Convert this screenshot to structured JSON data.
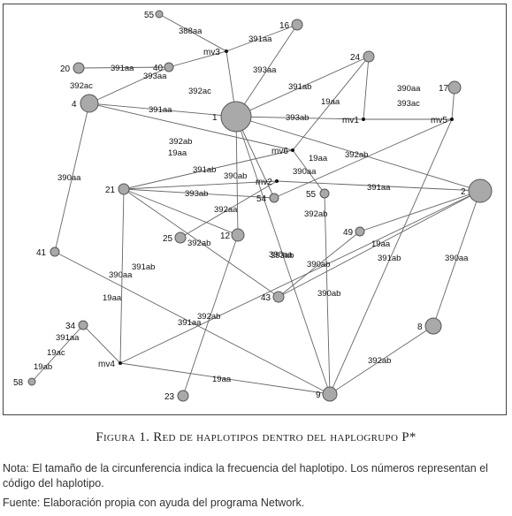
{
  "nodes": [
    {
      "id": "55top",
      "label": "55"
    },
    {
      "id": "16",
      "label": "16"
    },
    {
      "id": "mv3",
      "label": "mv3"
    },
    {
      "id": "20",
      "label": "20"
    },
    {
      "id": "40",
      "label": "40"
    },
    {
      "id": "24",
      "label": "24"
    },
    {
      "id": "17",
      "label": "17"
    },
    {
      "id": "4",
      "label": "4"
    },
    {
      "id": "1",
      "label": "1"
    },
    {
      "id": "mv1",
      "label": "mv1"
    },
    {
      "id": "mv5",
      "label": "mv5"
    },
    {
      "id": "mv6",
      "label": "mv6"
    },
    {
      "id": "mv2",
      "label": "mv2"
    },
    {
      "id": "21",
      "label": "21"
    },
    {
      "id": "54",
      "label": "54"
    },
    {
      "id": "55",
      "label": "55"
    },
    {
      "id": "2",
      "label": "2"
    },
    {
      "id": "25",
      "label": "25"
    },
    {
      "id": "12",
      "label": "12"
    },
    {
      "id": "49",
      "label": "49"
    },
    {
      "id": "41",
      "label": "41"
    },
    {
      "id": "43",
      "label": "43"
    },
    {
      "id": "34",
      "label": "34"
    },
    {
      "id": "8",
      "label": "8"
    },
    {
      "id": "mv4",
      "label": "mv4"
    },
    {
      "id": "58",
      "label": "58"
    },
    {
      "id": "23",
      "label": "23"
    },
    {
      "id": "9",
      "label": "9"
    }
  ],
  "edge_labels": [
    "388aa",
    "391aa",
    "393aa",
    "391aa",
    "392ac",
    "393aa",
    "392ac",
    "391ab",
    "391aa",
    "19aa",
    "393ab",
    "390aa",
    "393ac",
    "392ab",
    "19aa",
    "392ab",
    "19aa",
    "391ab",
    "390ab",
    "390aa",
    "393ab",
    "391aa",
    "392aa",
    "390aa",
    "392ab",
    "392ab",
    "19aa",
    "391ab",
    "390aa",
    "393ab",
    "390ab",
    "391ab",
    "390aa",
    "390ab",
    "19aa",
    "392ab",
    "391aa",
    "19aa",
    "391aa",
    "19ac",
    "19ab",
    "392ab",
    "390aa"
  ],
  "caption": {
    "prefix": "Figura 1. Red de haplotipos dentro del haplogrupo P*"
  },
  "note": "Nota: El tamaño de la circunferencia indica la frecuencia del haplotipo. Los números representan el código del haplotipo.",
  "source": "Fuente: Elaboración propia con ayuda del programa Network."
}
